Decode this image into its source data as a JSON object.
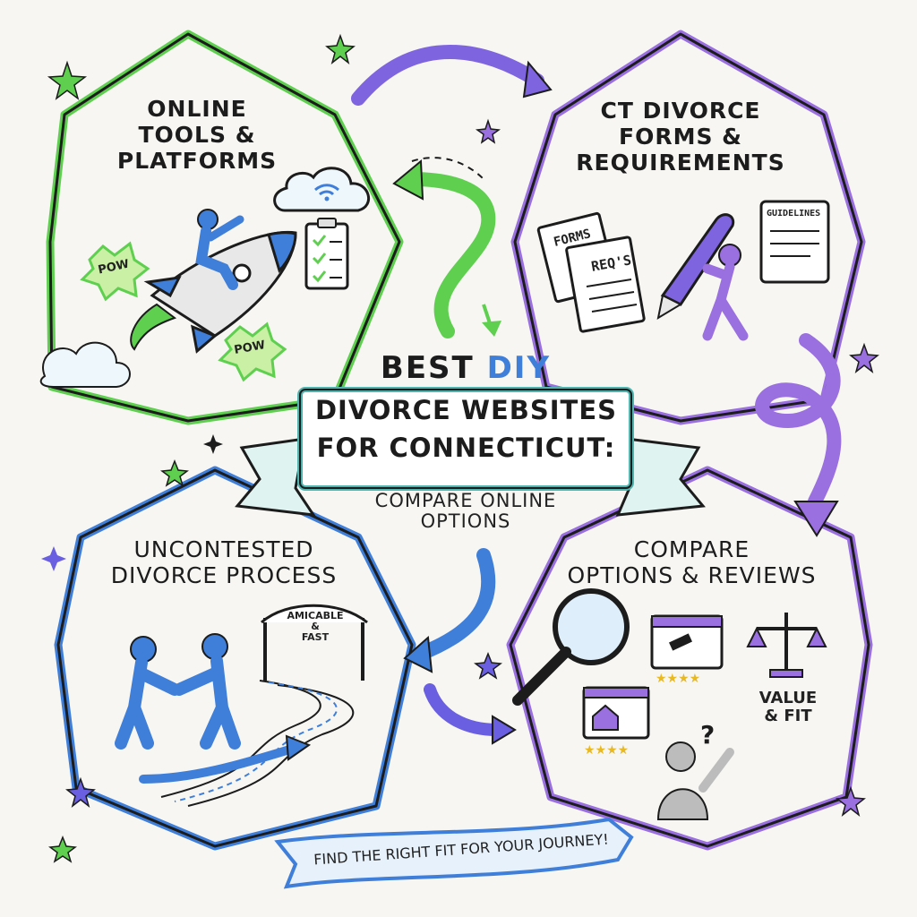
{
  "title": {
    "line1_prefix": "Best",
    "line1_highlight": "DIY",
    "line2": "Divorce Websites",
    "line3": "for Connecticut:",
    "subtitle_line1": "Compare Online",
    "subtitle_line2": "Options"
  },
  "panels": {
    "tools": {
      "heading_line1": "Online",
      "heading_line2": "Tools &",
      "heading_line3": "Platforms",
      "pow1": "POW",
      "pow2": "POW"
    },
    "forms": {
      "heading_line1": "CT Divorce",
      "heading_line2": "Forms &",
      "heading_line3": "Requirements",
      "doc_forms": "Forms",
      "doc_reqs": "REQ's",
      "doc_guidelines": "Guidelines"
    },
    "process": {
      "heading_line1": "Uncontested",
      "heading_line2": "Divorce Process",
      "arch_line1": "Amicable",
      "arch_line2": "&",
      "arch_line3": "Fast"
    },
    "compare": {
      "heading_line1": "Compare",
      "heading_line2": "Options & Reviews",
      "value_line1": "Value",
      "value_line2": "& Fit"
    }
  },
  "footer_banner": "Find the right fit for your journey!",
  "colors": {
    "green": "#5fcf4f",
    "purple": "#9a6fe0",
    "blue": "#3f7fd9",
    "teal": "#4fb5b0",
    "ink": "#1c1c1c"
  }
}
